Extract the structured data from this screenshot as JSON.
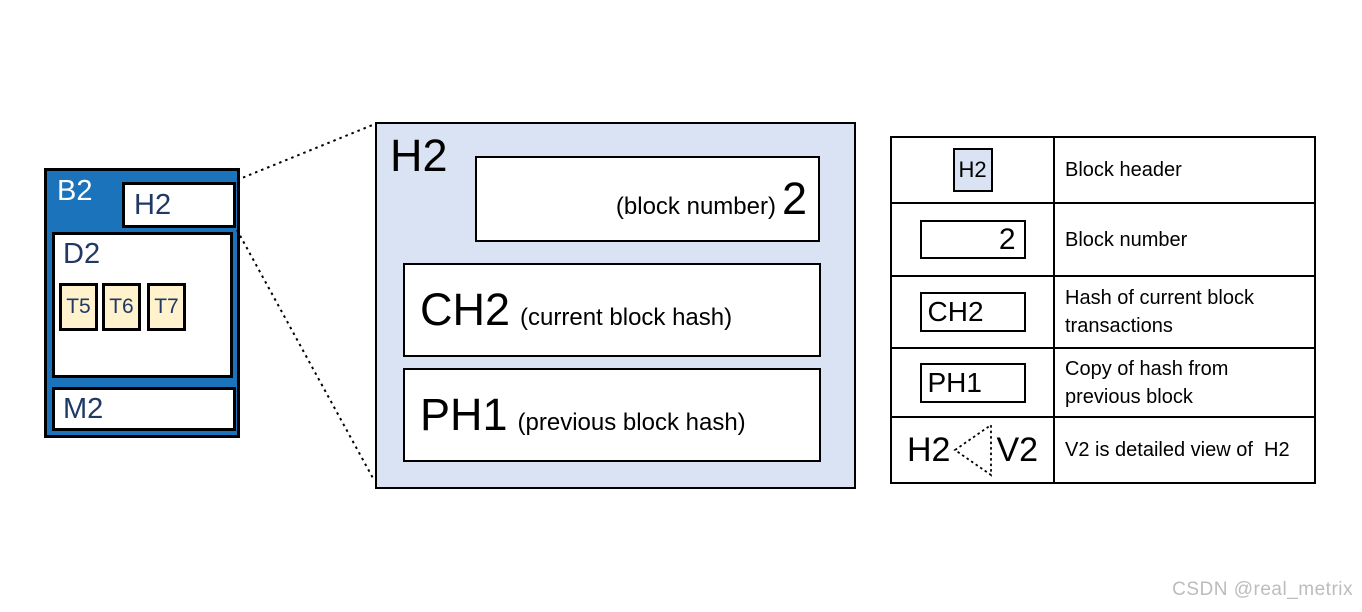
{
  "block": {
    "label": "B2",
    "header": {
      "label": "H2"
    },
    "data_section": {
      "label": "D2",
      "transactions": [
        "T5",
        "T6",
        "T7"
      ]
    },
    "merkle": {
      "label": "M2"
    }
  },
  "detail_view": {
    "label": "H2",
    "fields": [
      {
        "annotation": "(block number)",
        "value": "2"
      },
      {
        "value": "CH2",
        "annotation": "(current block hash)"
      },
      {
        "value": "PH1",
        "annotation": "(previous block hash)"
      }
    ]
  },
  "legend": {
    "rows": [
      {
        "swatch": "H2",
        "description": "Block header"
      },
      {
        "swatch": "2",
        "description": "Block number"
      },
      {
        "swatch": "CH2",
        "description": "Hash of current block\ntransactions"
      },
      {
        "swatch": "PH1",
        "description": "Copy of hash from\nprevious block"
      },
      {
        "swatch_left": "H2",
        "swatch_right": "V2",
        "description": "V2 is detailed view of  H2"
      }
    ]
  },
  "watermark": "CSDN @real_metrix",
  "colors": {
    "block_blue": "#1B74BB",
    "light_blue": "#DAE3F3",
    "transaction_cream": "#FFF2CC",
    "navy_text": "#1F3864"
  }
}
